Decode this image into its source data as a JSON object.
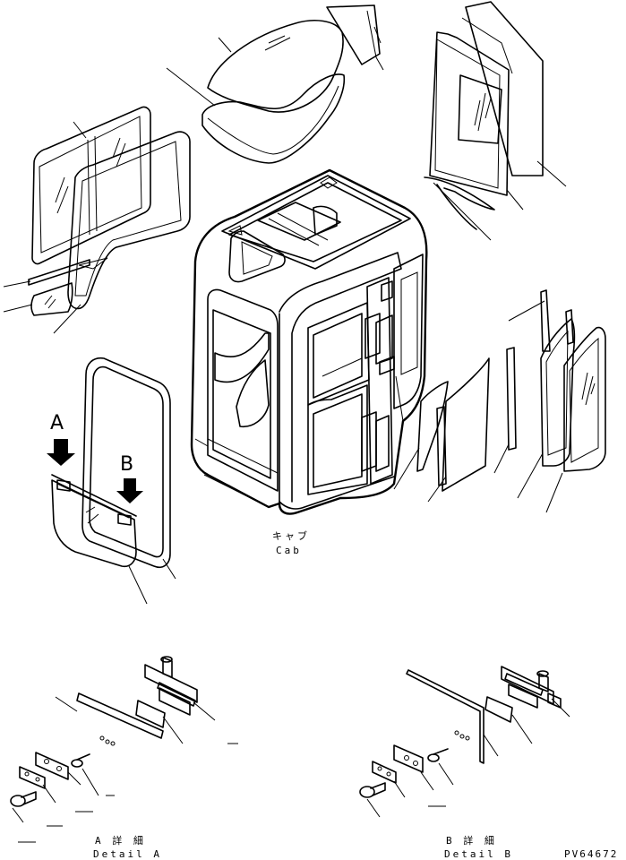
{
  "diagram": {
    "view_labels": {
      "a": "A",
      "b": "B"
    },
    "cab": {
      "jp": "キャブ",
      "en": "Cab"
    },
    "detail_a": {
      "jp": "A 詳 細",
      "en": "Detail A"
    },
    "detail_b": {
      "jp": "B 詳 細",
      "en": "Detail B"
    },
    "drawing_number": "PV64672"
  }
}
